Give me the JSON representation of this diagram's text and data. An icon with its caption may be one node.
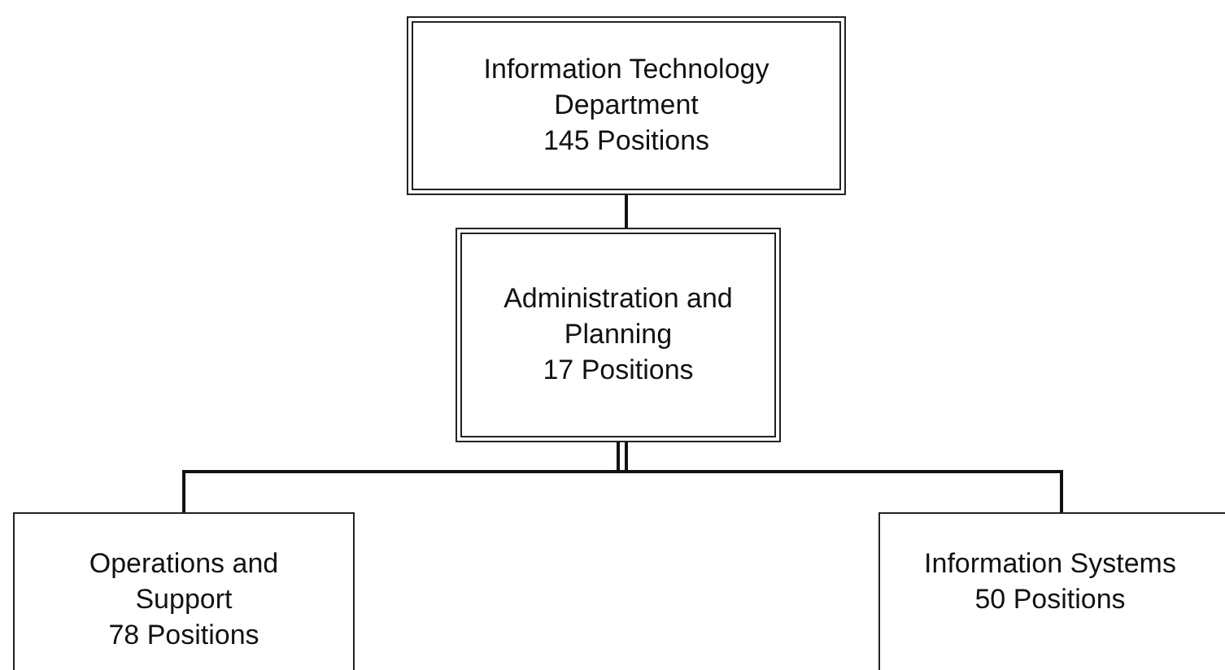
{
  "diagram": {
    "nodes": [
      {
        "text": [
          "Information Technology Department",
          "145 Positions"
        ]
      },
      {
        "text": [
          "Administration and Planning",
          "17 Positions"
        ]
      },
      {
        "text": [
          "Operations and Support",
          "78 Positions"
        ]
      },
      {
        "text": [
          "Information Systems",
          "50 Positions"
        ]
      }
    ],
    "edges": [
      {
        "from": 0,
        "to": 1,
        "arrow": "none"
      },
      {
        "from": 1,
        "to": 2,
        "arrow": "none"
      },
      {
        "from": 1,
        "to": 3,
        "arrow": "none"
      }
    ]
  }
}
